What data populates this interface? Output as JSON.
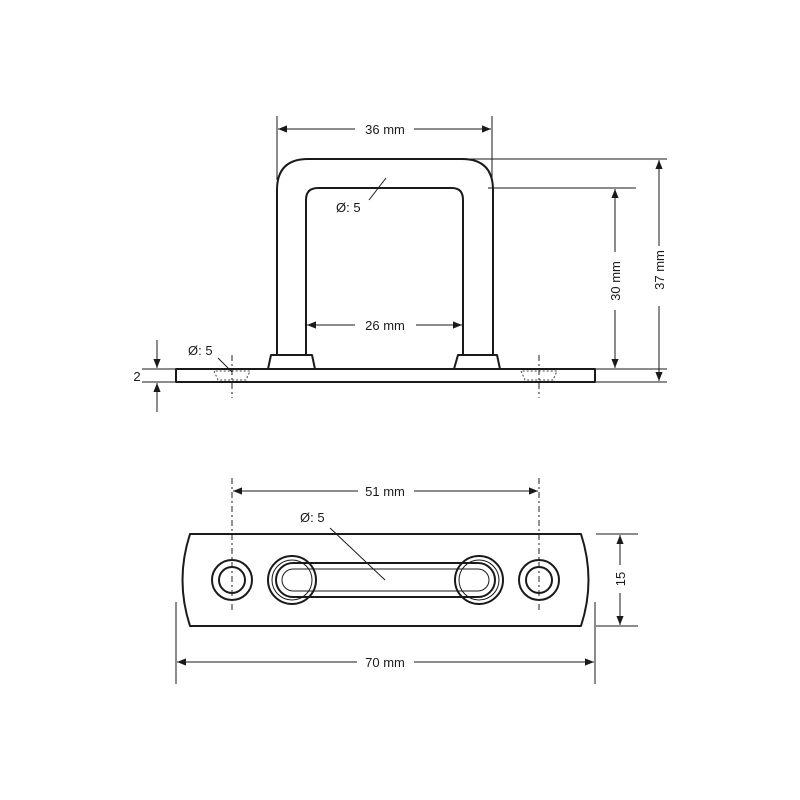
{
  "drawing": {
    "side_view": {
      "width_top": "36 mm",
      "inner_height": "30 mm",
      "total_height": "37 mm",
      "inner_width": "26 mm",
      "wire_diameter": "Ø: 5",
      "hole_diameter": "Ø: 5",
      "plate_thickness": "2"
    },
    "top_view": {
      "hole_spacing": "51 mm",
      "wire_diameter": "Ø: 5",
      "plate_width": "15",
      "plate_length": "70 mm"
    }
  }
}
